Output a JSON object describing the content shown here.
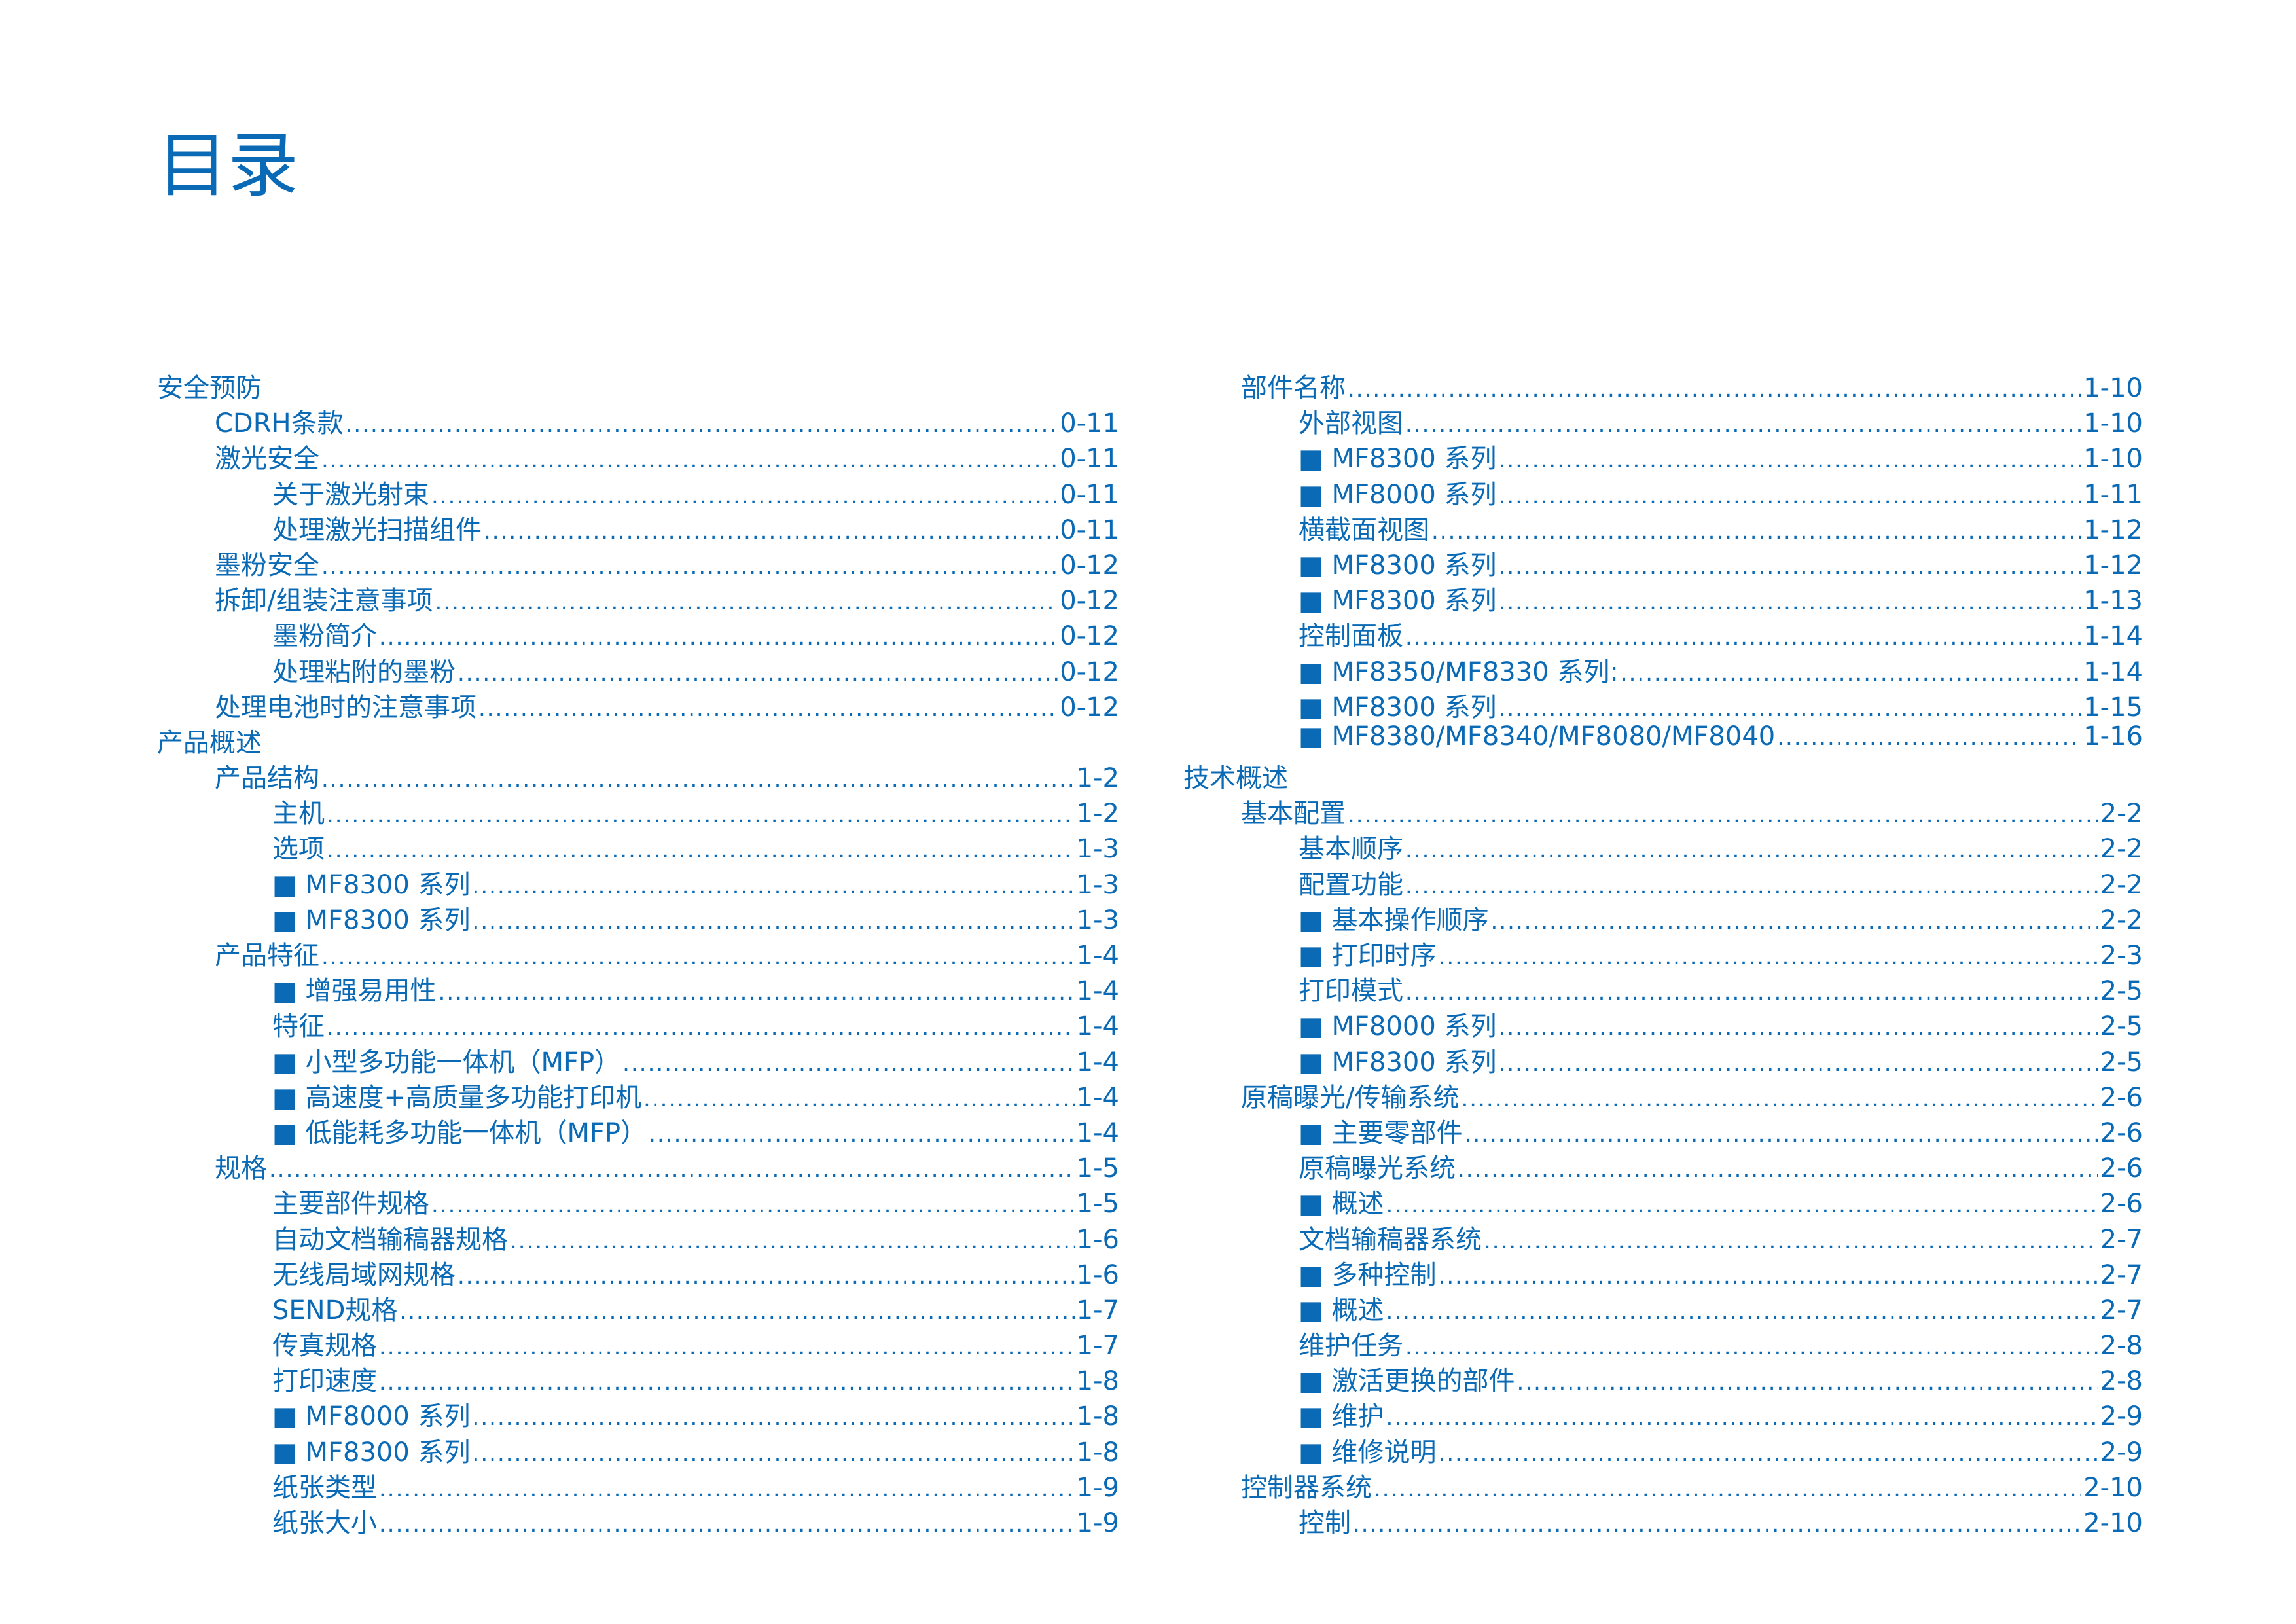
{
  "title": "目录",
  "colors": {
    "text": "#0a6ab5",
    "background": "#ffffff"
  },
  "left_column": [
    {
      "level": 0,
      "label": "安全预防",
      "page": ""
    },
    {
      "level": 1,
      "label": "CDRH条款",
      "page": "0-11"
    },
    {
      "level": 1,
      "label": "激光安全",
      "page": "0-11"
    },
    {
      "level": 2,
      "label": "关于激光射束",
      "page": "0-11"
    },
    {
      "level": 2,
      "label": "处理激光扫描组件",
      "page": "0-11"
    },
    {
      "level": 1,
      "label": "墨粉安全",
      "page": "0-12"
    },
    {
      "level": 1,
      "label": "拆卸/组装注意事项",
      "page": "0-12"
    },
    {
      "level": 2,
      "label": "墨粉简介",
      "page": "0-12"
    },
    {
      "level": 2,
      "label": "处理粘附的墨粉",
      "page": "0-12"
    },
    {
      "level": 1,
      "label": "处理电池时的注意事项",
      "page": "0-12"
    },
    {
      "level": 0,
      "label": "产品概述",
      "page": ""
    },
    {
      "level": 1,
      "label": "产品结构",
      "page": "1-2"
    },
    {
      "level": 2,
      "label": "主机",
      "page": "1-2"
    },
    {
      "level": 2,
      "label": "选项",
      "page": "1-3"
    },
    {
      "level": 2,
      "label": "■ MF8300 系列",
      "page": "1-3"
    },
    {
      "level": 2,
      "label": "■ MF8300 系列",
      "page": "1-3"
    },
    {
      "level": 1,
      "label": "产品特征",
      "page": "1-4"
    },
    {
      "level": 2,
      "label": "■  增强易用性",
      "page": "1-4"
    },
    {
      "level": 2,
      "label": "特征",
      "page": "1-4"
    },
    {
      "level": 2,
      "label": "■  小型多功能一体机（MFP）",
      "page": "1-4"
    },
    {
      "level": 2,
      "label": "■  高速度+高质量多功能打印机",
      "page": "1-4"
    },
    {
      "level": 2,
      "label": "■  低能耗多功能一体机（MFP）",
      "page": "1-4"
    },
    {
      "level": 1,
      "label": "规格",
      "page": "1-5"
    },
    {
      "level": 2,
      "label": "主要部件规格",
      "page": "1-5"
    },
    {
      "level": 2,
      "label": "自动文档输稿器规格",
      "page": "1-6"
    },
    {
      "level": 2,
      "label": "无线局域网规格",
      "page": "1-6"
    },
    {
      "level": 2,
      "label": "SEND规格",
      "page": "1-7"
    },
    {
      "level": 2,
      "label": "传真规格",
      "page": "1-7"
    },
    {
      "level": 2,
      "label": "打印速度",
      "page": "1-8"
    },
    {
      "level": 2,
      "label": "■ MF8000 系列",
      "page": "1-8"
    },
    {
      "level": 2,
      "label": "■ MF8300 系列",
      "page": "1-8"
    },
    {
      "level": 2,
      "label": "纸张类型",
      "page": "1-9"
    },
    {
      "level": 2,
      "label": "纸张大小",
      "page": "1-9"
    }
  ],
  "right_column": [
    {
      "level": 1,
      "label": "部件名称",
      "page": "1-10"
    },
    {
      "level": 2,
      "label": "外部视图",
      "page": "1-10"
    },
    {
      "level": 2,
      "label": "■ MF8300 系列",
      "page": "1-10"
    },
    {
      "level": 2,
      "label": "■ MF8000 系列",
      "page": "1-11"
    },
    {
      "level": 2,
      "label": "横截面视图",
      "page": "1-12"
    },
    {
      "level": 2,
      "label": "■ MF8300 系列",
      "page": "1-12"
    },
    {
      "level": 2,
      "label": "■ MF8300 系列",
      "page": "1-13"
    },
    {
      "level": 2,
      "label": "控制面板",
      "page": "1-14"
    },
    {
      "level": 2,
      "label": "■ MF8350/MF8330 系列:",
      "page": "1-14"
    },
    {
      "level": 2,
      "label": "■ MF8300 系列",
      "page": "1-15"
    },
    {
      "level": 2,
      "label": "■ MF8380/MF8340/MF8080/MF8040",
      "page": "1-16"
    },
    {
      "level": 0,
      "label": "技术概述",
      "page": ""
    },
    {
      "level": 1,
      "label": "基本配置",
      "page": "2-2"
    },
    {
      "level": 2,
      "label": "基本顺序",
      "page": "2-2"
    },
    {
      "level": 2,
      "label": "配置功能",
      "page": "2-2"
    },
    {
      "level": 2,
      "label": "■  基本操作顺序",
      "page": "2-2"
    },
    {
      "level": 2,
      "label": "■  打印时序",
      "page": "2-3"
    },
    {
      "level": 2,
      "label": "打印模式",
      "page": "2-5"
    },
    {
      "level": 2,
      "label": "■ MF8000 系列",
      "page": "2-5"
    },
    {
      "level": 2,
      "label": "■ MF8300 系列",
      "page": "2-5"
    },
    {
      "level": 1,
      "label": "原稿曝光/传输系统",
      "page": "2-6"
    },
    {
      "level": 2,
      "label": "■  主要零部件",
      "page": "2-6"
    },
    {
      "level": 2,
      "label": "原稿曝光系统",
      "page": "2-6"
    },
    {
      "level": 2,
      "label": "■  概述",
      "page": "2-6"
    },
    {
      "level": 2,
      "label": "文档输稿器系统",
      "page": "2-7"
    },
    {
      "level": 2,
      "label": "■  多种控制",
      "page": "2-7"
    },
    {
      "level": 2,
      "label": "■  概述",
      "page": "2-7"
    },
    {
      "level": 2,
      "label": "维护任务",
      "page": "2-8"
    },
    {
      "level": 2,
      "label": "■  激活更换的部件",
      "page": "2-8"
    },
    {
      "level": 2,
      "label": "■  维护",
      "page": "2-9"
    },
    {
      "level": 2,
      "label": "■  维修说明",
      "page": "2-9"
    },
    {
      "level": 1,
      "label": "控制器系统",
      "page": "2-10"
    },
    {
      "level": 2,
      "label": "控制",
      "page": "2-10"
    }
  ]
}
